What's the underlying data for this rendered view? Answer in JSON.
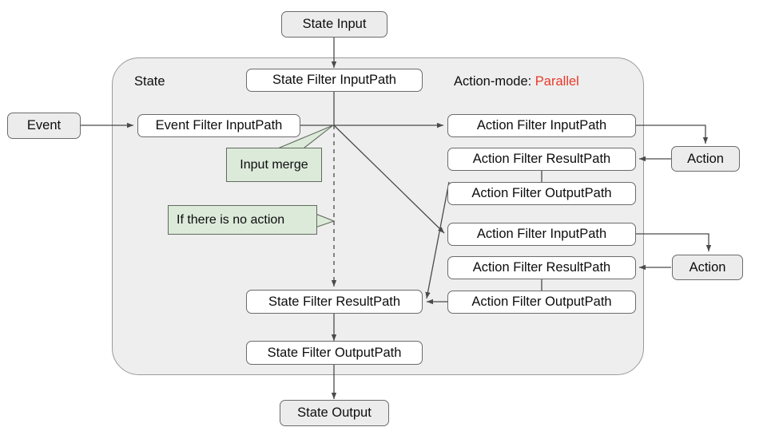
{
  "diagram": {
    "title_nodes": {
      "state_input": "State Input",
      "state_output": "State Output",
      "event": "Event"
    },
    "state_group": {
      "label": "State",
      "action_mode_prefix": "Action-mode: ",
      "action_mode_value": "Parallel"
    },
    "state_filters": {
      "input_path": "State Filter InputPath",
      "result_path": "State Filter ResultPath",
      "output_path": "State Filter OutputPath"
    },
    "event_filter": {
      "input_path": "Event Filter InputPath"
    },
    "action_branches": [
      {
        "input_path": "Action Filter InputPath",
        "result_path": "Action Filter ResultPath",
        "output_path": "Action Filter OutputPath",
        "action": "Action"
      },
      {
        "input_path": "Action Filter InputPath",
        "result_path": "Action Filter ResultPath",
        "output_path": "Action Filter OutputPath",
        "action": "Action"
      }
    ],
    "callouts": [
      {
        "text": "Input merge"
      },
      {
        "text": "If there is no action"
      }
    ],
    "colors": {
      "accent_red": "#e8392a",
      "callout_fill": "#dceada",
      "container_fill": "#eeeeee",
      "node_white": "#ffffff",
      "node_gray": "#ececec",
      "line": "#4a4a4a"
    }
  }
}
